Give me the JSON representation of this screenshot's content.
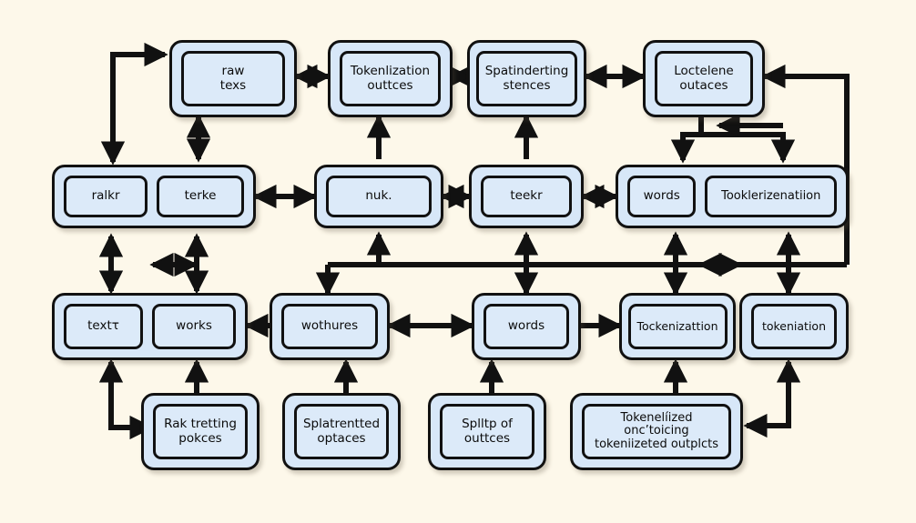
{
  "diagram": {
    "type": "flowchart",
    "title": "",
    "background_color": "#fdf8ea",
    "node_fill_color": "#d7e7f8",
    "node_border_color": "#111111",
    "edge_color": "#111111",
    "rows": [
      {
        "name": "row-1",
        "nodes": [
          {
            "id": "n1",
            "labels": [
              "raw\ntexs"
            ]
          },
          {
            "id": "n2",
            "labels": [
              "Tokenlization\nouttces"
            ]
          },
          {
            "id": "n3",
            "labels": [
              "Spatinderting\nstences"
            ]
          },
          {
            "id": "n4",
            "labels": [
              "Loctelene\noutaces"
            ]
          }
        ]
      },
      {
        "name": "row-2",
        "nodes": [
          {
            "id": "n5",
            "labels": [
              "ralkr",
              "terke"
            ]
          },
          {
            "id": "n6",
            "labels": [
              "nuk."
            ]
          },
          {
            "id": "n7",
            "labels": [
              "teekr"
            ]
          },
          {
            "id": "n8",
            "labels": [
              "words",
              "Tooklerizenatiion"
            ]
          }
        ]
      },
      {
        "name": "row-3",
        "nodes": [
          {
            "id": "n9",
            "labels": [
              "textτ",
              "works"
            ]
          },
          {
            "id": "n10",
            "labels": [
              "wothures"
            ]
          },
          {
            "id": "n11",
            "labels": [
              "words"
            ]
          },
          {
            "id": "n12",
            "labels": [
              "Tockenizattion"
            ]
          },
          {
            "id": "n13",
            "labels": [
              "tokeniation"
            ]
          }
        ]
      },
      {
        "name": "row-4",
        "nodes": [
          {
            "id": "n14",
            "labels": [
              "Rak tretting\npokces"
            ]
          },
          {
            "id": "n15",
            "labels": [
              "Splatrentted\noptaces"
            ]
          },
          {
            "id": "n16",
            "labels": [
              "Splltp of\nouttces"
            ]
          },
          {
            "id": "n17",
            "labels": [
              "Tokenelíized onc’toicing\ntokeniizeted outplcts"
            ]
          }
        ]
      }
    ]
  }
}
